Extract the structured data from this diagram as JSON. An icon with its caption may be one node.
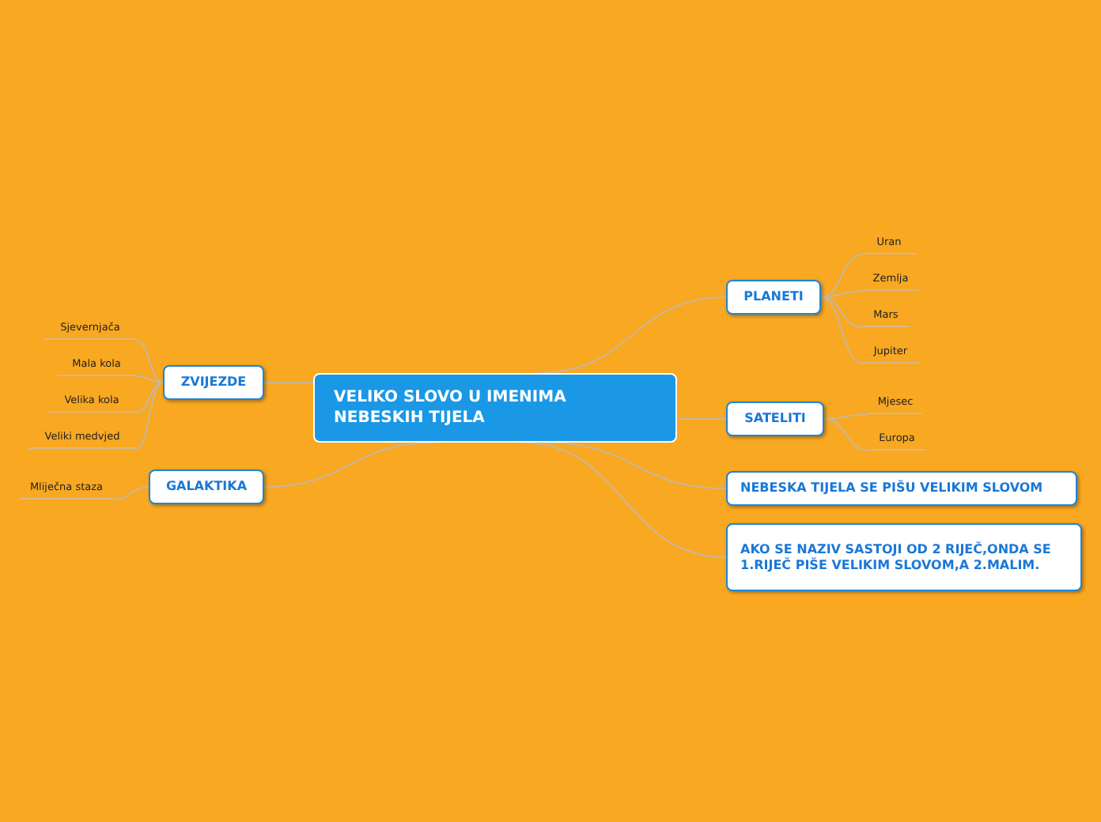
{
  "diagram": {
    "nodes": [
      {
        "text": [
          "VELIKO SLOVO U IMENIMA NEBESKIH TIJELA"
        ]
      },
      {
        "text": [
          "PLANETI"
        ]
      },
      {
        "text": [
          "Uran"
        ]
      },
      {
        "text": [
          "Zemlja"
        ]
      },
      {
        "text": [
          "Mars"
        ]
      },
      {
        "text": [
          "Jupiter"
        ]
      },
      {
        "text": [
          "SATELITI"
        ]
      },
      {
        "text": [
          "Mjesec"
        ]
      },
      {
        "text": [
          "Europa"
        ]
      },
      {
        "text": [
          "NEBESKA TIJELA SE PIŠU VELIKIM SLOVOM"
        ]
      },
      {
        "text": [
          "AKO SE NAZIV SASTOJI OD 2 RIJEČ,ONDA SE 1.RIJEČ PIŠE VELIKIM SLOVOM,A 2.MALIM."
        ]
      },
      {
        "text": [
          "ZVIJEZDE"
        ]
      },
      {
        "text": [
          "Sjevernjača"
        ]
      },
      {
        "text": [
          "Mala kola"
        ]
      },
      {
        "text": [
          "Velika kola"
        ]
      },
      {
        "text": [
          "Veliki medvjed"
        ]
      },
      {
        "text": [
          "GALAKTIKA"
        ]
      },
      {
        "text": [
          "Mliječna staza"
        ]
      }
    ],
    "edges": [
      {
        "from": 0,
        "to": 1,
        "arrow": "none"
      },
      {
        "from": 1,
        "to": 2,
        "arrow": "none"
      },
      {
        "from": 1,
        "to": 3,
        "arrow": "none"
      },
      {
        "from": 1,
        "to": 4,
        "arrow": "none"
      },
      {
        "from": 1,
        "to": 5,
        "arrow": "none"
      },
      {
        "from": 0,
        "to": 6,
        "arrow": "none"
      },
      {
        "from": 6,
        "to": 7,
        "arrow": "none"
      },
      {
        "from": 6,
        "to": 8,
        "arrow": "none"
      },
      {
        "from": 0,
        "to": 9,
        "arrow": "none"
      },
      {
        "from": 0,
        "to": 10,
        "arrow": "none"
      },
      {
        "from": 0,
        "to": 11,
        "arrow": "none"
      },
      {
        "from": 11,
        "to": 12,
        "arrow": "none"
      },
      {
        "from": 11,
        "to": 13,
        "arrow": "none"
      },
      {
        "from": 11,
        "to": 14,
        "arrow": "none"
      },
      {
        "from": 11,
        "to": 15,
        "arrow": "none"
      },
      {
        "from": 0,
        "to": 16,
        "arrow": "none"
      },
      {
        "from": 16,
        "to": 17,
        "arrow": "none"
      }
    ]
  }
}
